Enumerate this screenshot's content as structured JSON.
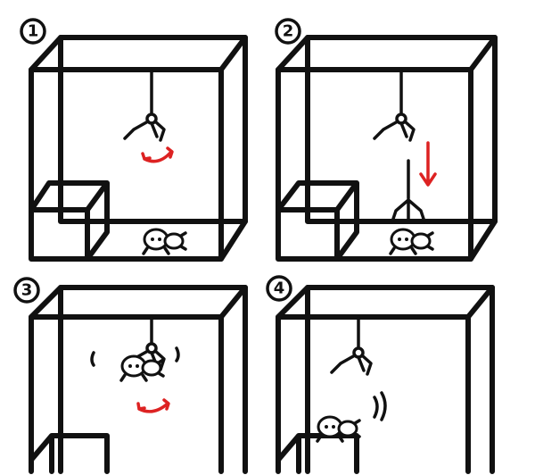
{
  "panels": [
    {
      "step": "1",
      "caption_icon": "rotate-arrow-icon"
    },
    {
      "step": "2",
      "caption_icon": "down-arrow-icon"
    },
    {
      "step": "3",
      "caption_icon": "rotate-arrow-icon"
    },
    {
      "step": "4",
      "caption_icon": "drop-icon"
    }
  ],
  "colors": {
    "line": "#111111",
    "accent": "#dd2222",
    "background": "#ffffff"
  }
}
